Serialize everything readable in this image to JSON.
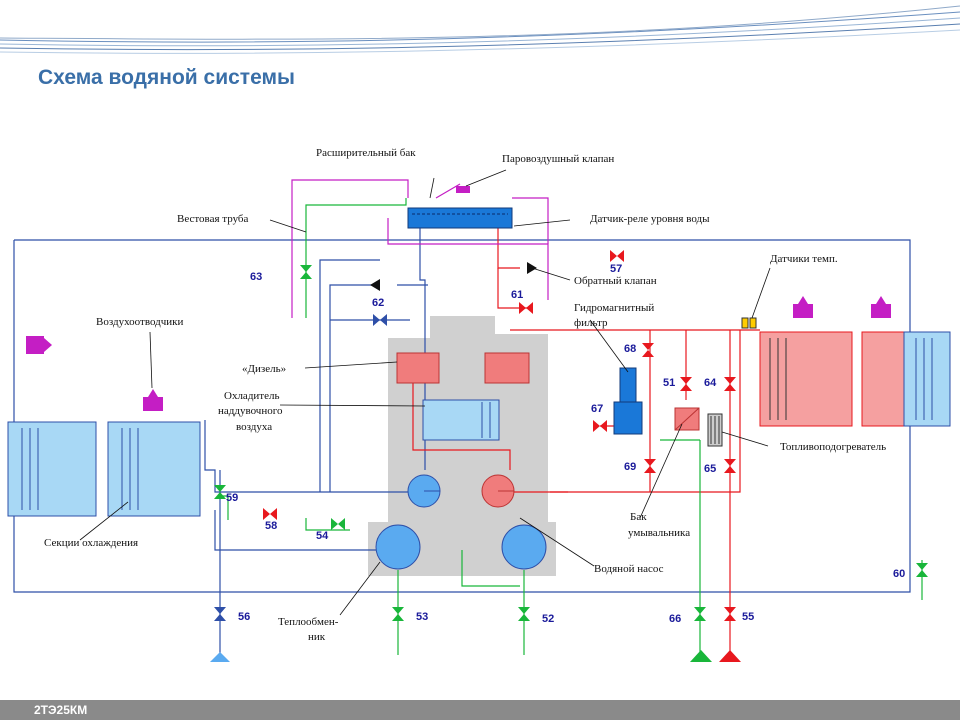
{
  "slide": {
    "title": "Схема водяной системы",
    "footer": "2ТЭ25КМ"
  },
  "labels": {
    "expansion_tank": "Расширительный бак",
    "steam_air_valve": "Паровоздушный клапан",
    "vent_pipe": "Вестовая труба",
    "level_relay": "Датчик-реле уровня воды",
    "temp_sensors": "Датчики темп.",
    "check_valve": "Обратный клапан",
    "hydromag_filter_1": "Гидромагнитный",
    "hydromag_filter_2": "фильтр",
    "air_vents": "Воздухоотводчики",
    "diesel": "«Дизель»",
    "charge_cooler_1": "Охладитель",
    "charge_cooler_2": "наддувочного",
    "charge_cooler_3": "воздуха",
    "fuel_heater": "Топливоподогреватель",
    "wash_tank_1": "Бак",
    "wash_tank_2": "умывальника",
    "cooling_sections": "Секции охлаждения",
    "water_pump": "Водяной насос",
    "heat_exchanger_1": "Теплообмен-",
    "heat_exchanger_2": "ник"
  },
  "valve_numbers": {
    "v63": "63",
    "v62": "62",
    "v57": "57",
    "v61": "61",
    "v68": "68",
    "v51": "51",
    "v64": "64",
    "v67": "67",
    "v69": "69",
    "v65": "65",
    "v59": "59",
    "v58": "58",
    "v54": "54",
    "v56": "56",
    "v53": "53",
    "v52": "52",
    "v66": "66",
    "v55": "55",
    "v60": "60"
  },
  "colors": {
    "title": "#3a6fa8",
    "hot_water": "#e8181e",
    "cold_water": "#2e4fa8",
    "drain": "#19b63a",
    "vent": "#c41ec4",
    "radiator_blue": "#a8d8f5",
    "radiator_pink": "#f5a0a0",
    "engine_gray": "#d0d0d0",
    "footer": "#8a8a8a"
  }
}
